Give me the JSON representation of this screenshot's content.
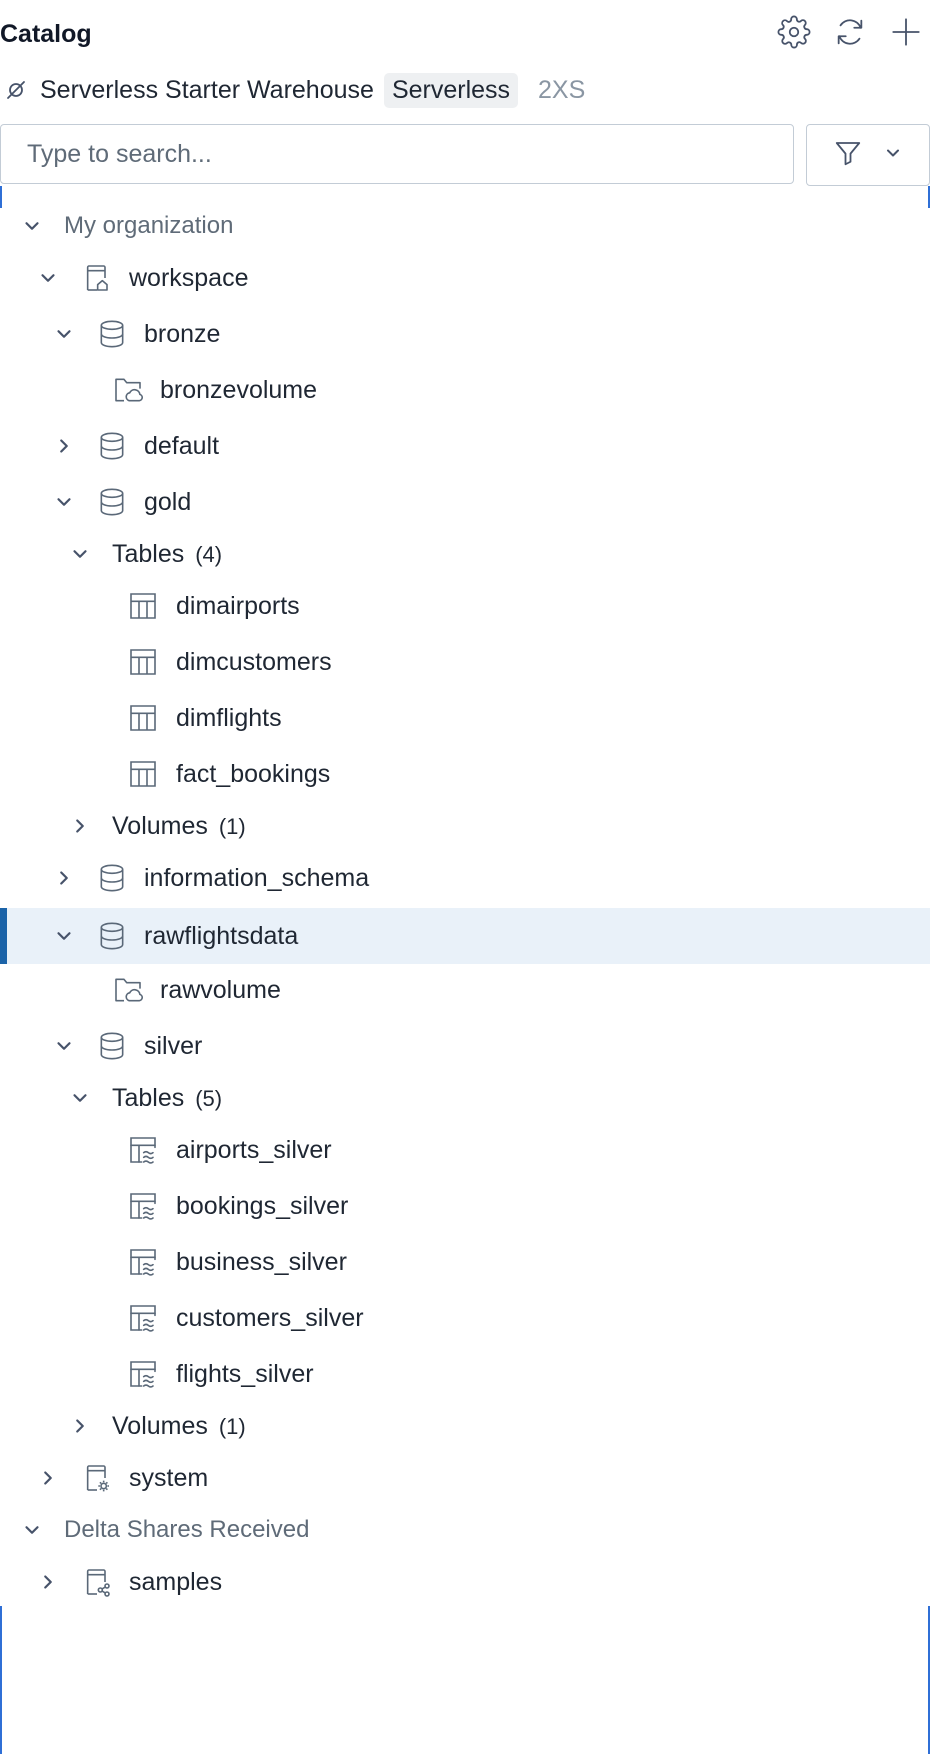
{
  "header": {
    "title": "Catalog",
    "icons": [
      "gear-icon",
      "refresh-icon",
      "plus-icon"
    ]
  },
  "warehouse": {
    "icon": "serverless-off-icon",
    "name": "Serverless Starter Warehouse",
    "type": "Serverless",
    "size": "2XS"
  },
  "search": {
    "placeholder": "Type to search...",
    "value": ""
  },
  "tree": {
    "my_org": "My organization",
    "workspace": "workspace",
    "bronze": "bronze",
    "bronzevolume": "bronzevolume",
    "default": "default",
    "gold": "gold",
    "gold_tables": {
      "label": "Tables",
      "count": "(4)"
    },
    "gold_table_items": [
      "dimairports",
      "dimcustomers",
      "dimflights",
      "fact_bookings"
    ],
    "gold_volumes": {
      "label": "Volumes",
      "count": "(1)"
    },
    "information_schema": "information_schema",
    "rawflightsdata": "rawflightsdata",
    "rawvolume": "rawvolume",
    "silver": "silver",
    "silver_tables": {
      "label": "Tables",
      "count": "(5)"
    },
    "silver_table_items": [
      "airports_silver",
      "bookings_silver",
      "business_silver",
      "customers_silver",
      "flights_silver"
    ],
    "silver_volumes": {
      "label": "Volumes",
      "count": "(1)"
    },
    "system": "system",
    "delta_shares": "Delta Shares Received",
    "samples": "samples"
  },
  "colors": {
    "accent": "#2f6fd6",
    "selected_bg": "#e9f1f9",
    "selected_bar": "#1b63a8",
    "icon": "#5a6878"
  }
}
